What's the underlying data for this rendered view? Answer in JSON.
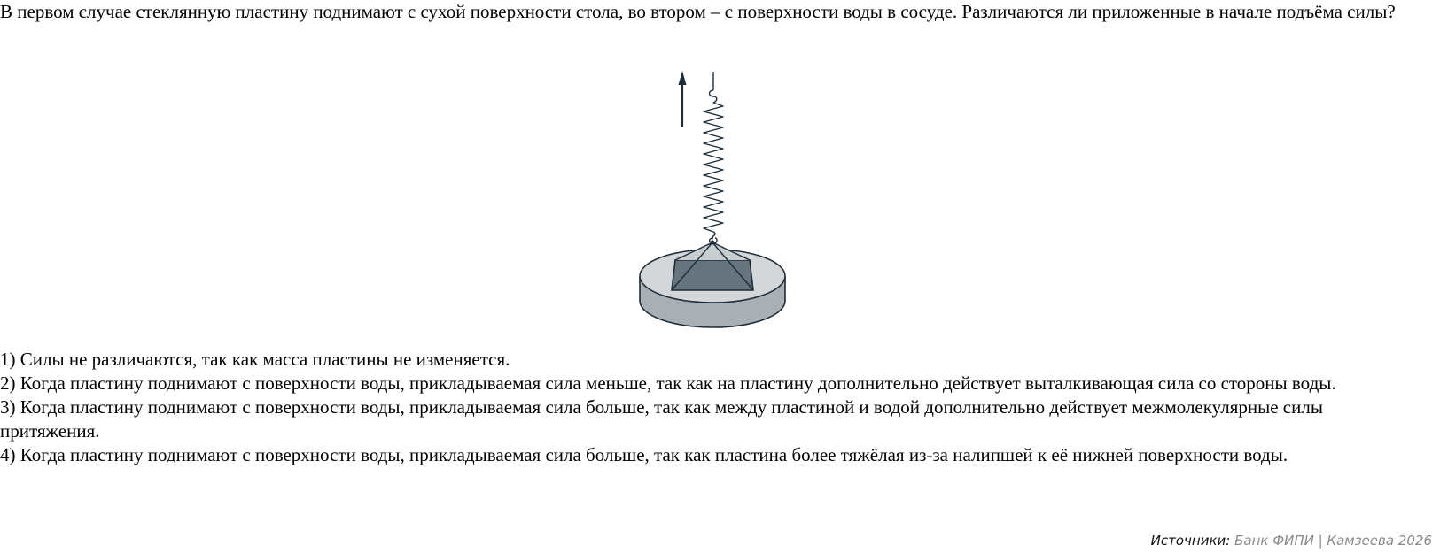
{
  "question": {
    "text": "В первом случае стеклянную пластину поднимают с сухой поверхности стола, во втором – с поверхности воды в сосуде. Различаются ли приложенные в начале подъёма силы?"
  },
  "figure": {
    "description": "Стеклянная пластина на поверхности воды в сосуде, подвешенная на пружине; стрелка вверх показывает направление подъёма",
    "icons": [
      "arrow-up-icon",
      "spring-icon",
      "hook-icon",
      "glass-plate-icon",
      "water-vessel-icon"
    ],
    "colors": {
      "stroke": "#1f2d38",
      "vessel_top": "#d3d7da",
      "vessel_side": "#a9b0b5",
      "plate_front": "#66757d",
      "plate_top": "#c9ced1"
    }
  },
  "answers": [
    {
      "number": "1)",
      "text": "1) Силы не различаются, так как масса пластины не изменяется."
    },
    {
      "number": "2)",
      "text": "2) Когда пластину поднимают с поверхности воды, прикладываемая сила меньше, так как на пластину дополнительно действует выталкивающая сила со стороны воды."
    },
    {
      "number": "3)",
      "text": "3) Когда пластину поднимают с поверхности воды, прикладываемая сила больше, так как между пластиной и водой дополнительно действует межмолекулярные силы притяжения."
    },
    {
      "number": "4)",
      "text": "4) Когда пластину поднимают с поверхности воды, прикладываемая сила больше, так как пластина более тяжёлая из-за налипшей к её нижней поверхности воды."
    }
  ],
  "sources": {
    "label": "Источники:",
    "text": " Банк ФИПИ | Камзеева 2026"
  }
}
